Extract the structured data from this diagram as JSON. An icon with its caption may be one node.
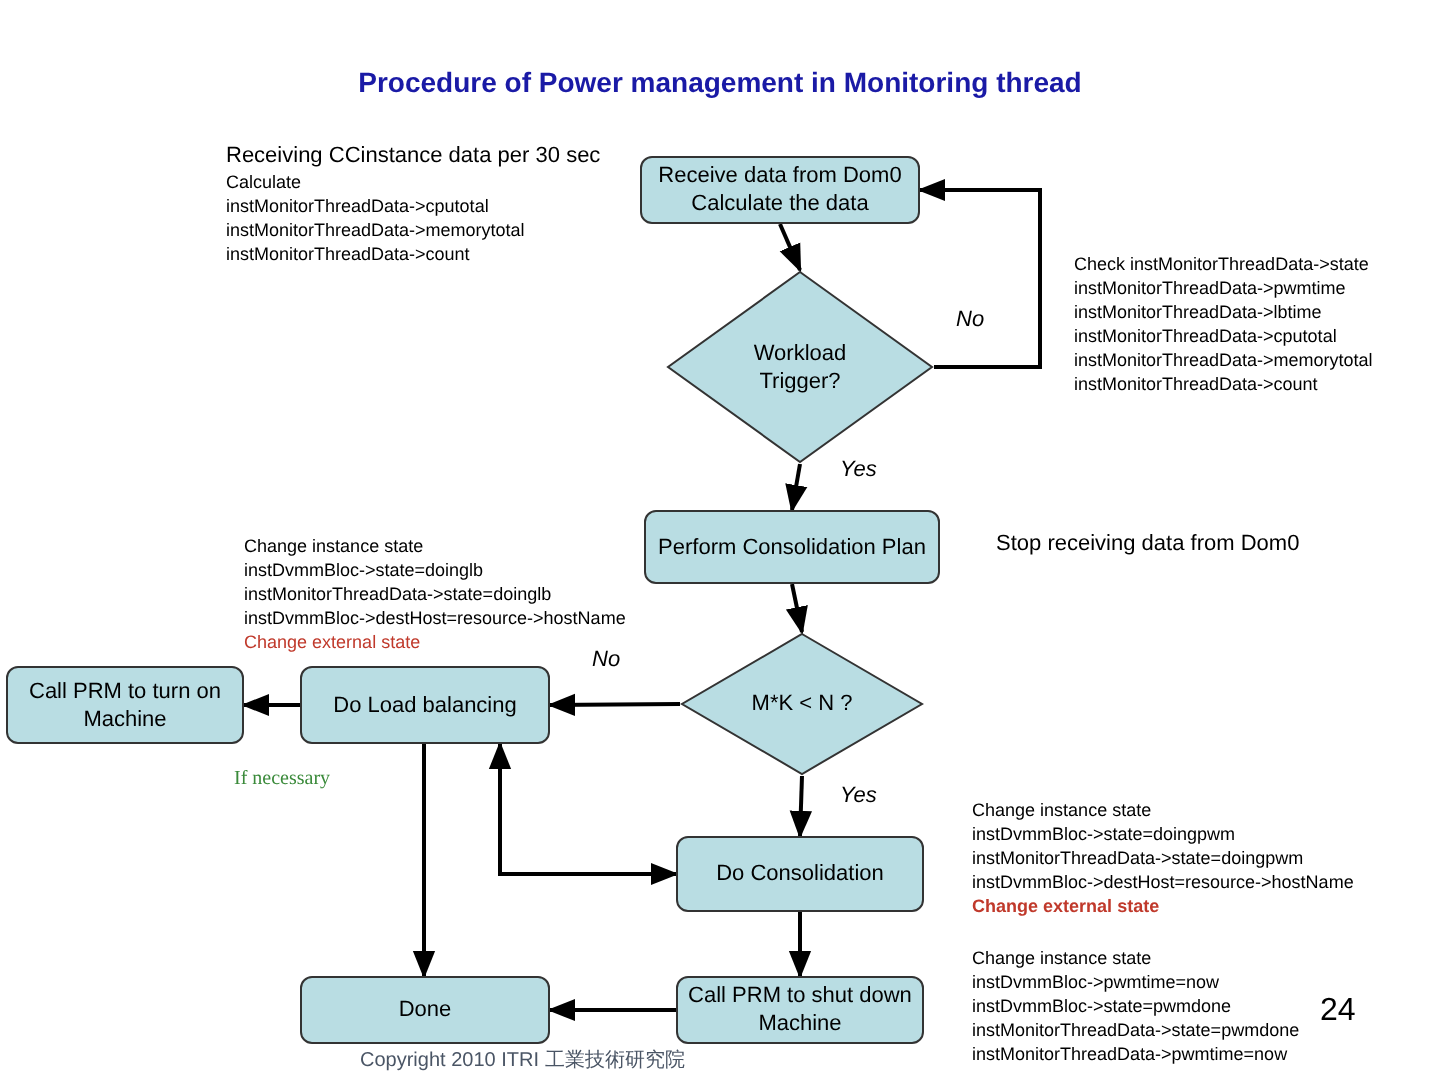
{
  "diagram": {
    "title": "Procedure of Power management in Monitoring thread",
    "nodes": [
      {
        "text": [
          "Receive data from Dom0 Calculate the data"
        ]
      },
      {
        "text": [
          "Workload Trigger?"
        ]
      },
      {
        "text": [
          "Perform Consolidation Plan"
        ]
      },
      {
        "text": [
          "M*K < N ?"
        ]
      },
      {
        "text": [
          "Do Load balancing"
        ]
      },
      {
        "text": [
          "Call PRM to turn on Machine"
        ]
      },
      {
        "text": [
          "Do Consolidation"
        ]
      },
      {
        "text": [
          "Done"
        ]
      },
      {
        "text": [
          "Call PRM to shut down Machine"
        ]
      }
    ],
    "edges": [
      {
        "from": 0,
        "to": 1,
        "arrow": "to"
      },
      {
        "from": 1,
        "to": 0,
        "arrow": "to",
        "label": "No"
      },
      {
        "from": 1,
        "to": 2,
        "arrow": "to",
        "label": "Yes"
      },
      {
        "from": 2,
        "to": 3,
        "arrow": "to"
      },
      {
        "from": 3,
        "to": 4,
        "arrow": "to",
        "label": "No"
      },
      {
        "from": 4,
        "to": 5,
        "arrow": "to"
      },
      {
        "from": 3,
        "to": 6,
        "arrow": "to",
        "label": "Yes"
      },
      {
        "from": 4,
        "to": 7,
        "arrow": "to"
      },
      {
        "from": 4,
        "to": 6,
        "arrow": "both"
      },
      {
        "from": 6,
        "to": 8,
        "arrow": "to"
      },
      {
        "from": 8,
        "to": 7,
        "arrow": "to"
      }
    ],
    "labels": [
      "Receiving CCinstance data per 30 sec",
      "Calculate instMonitorThreadData->cputotal instMonitorThreadData->memorytotal instMonitorThreadData->count",
      "Check instMonitorThreadData->state instMonitorThreadData->pwmtime instMonitorThreadData->lbtime instMonitorThreadData->cputotal instMonitorThreadData->memorytotal instMonitorThreadData->count",
      "Stop receiving data from Dom0",
      "Change instance state instDvmmBloc->state=doinglb instMonitorThreadData->state=doinglb instDvmmBloc->destHost=resource->hostName",
      "Change external state",
      "If necessary",
      "Change instance state instDvmmBloc->state=doingpwm instMonitorThreadData->state=doingpwm instDvmmBloc->destHost=resource->hostName",
      "Change external state",
      "Change instance state instDvmmBloc->pwmtime=now instDvmmBloc->state=pwmdone instMonitorThreadData->state=pwmdone instMonitorThreadData->pwmtime=now",
      "24",
      "Copyright 2010 ITRI 工業技術研究院"
    ]
  }
}
